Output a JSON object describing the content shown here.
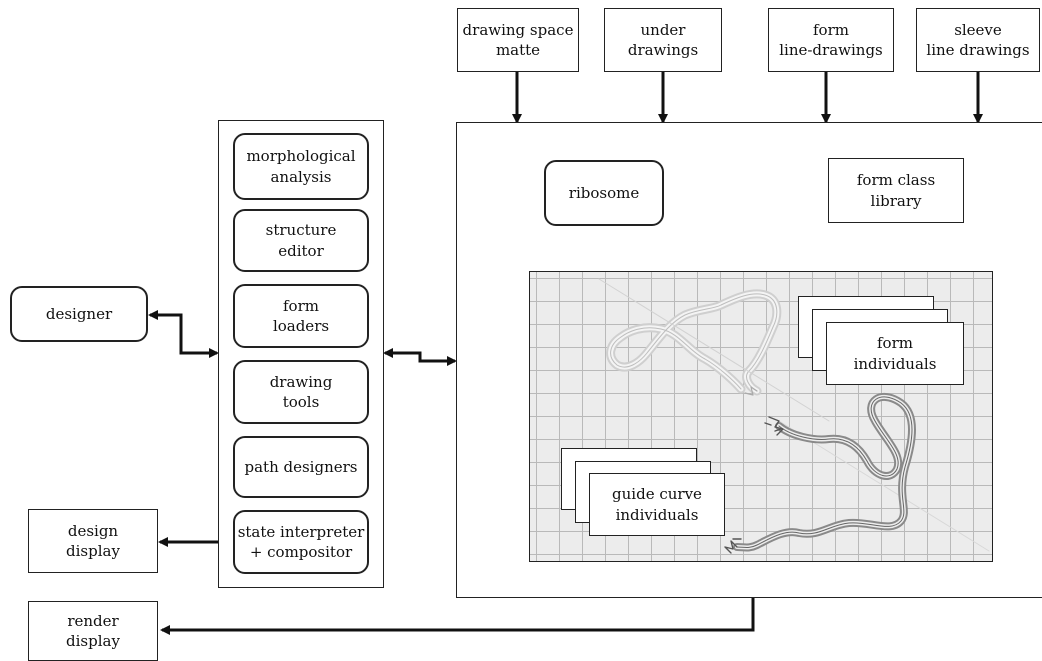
{
  "inputs": {
    "drawing_space_matte": "drawing space\nmatte",
    "under_drawings": "under\ndrawings",
    "form_line_drawings": "form\nline-drawings",
    "sleeve_line_drawings": "sleeve\nline drawings"
  },
  "designer": "designer",
  "design_display": "design\ndisplay",
  "render_display": "render\ndisplay",
  "tools": [
    "morphological\nanalysis",
    "structure\neditor",
    "form\nloaders",
    "drawing\ntools",
    "path designers",
    "state interpreter\n+ compositor"
  ],
  "ribosome": "ribosome",
  "form_class_library": "form class\nlibrary",
  "form_individuals": "form\nindividuals",
  "guide_curve_individuals": "guide curve\nindividuals"
}
